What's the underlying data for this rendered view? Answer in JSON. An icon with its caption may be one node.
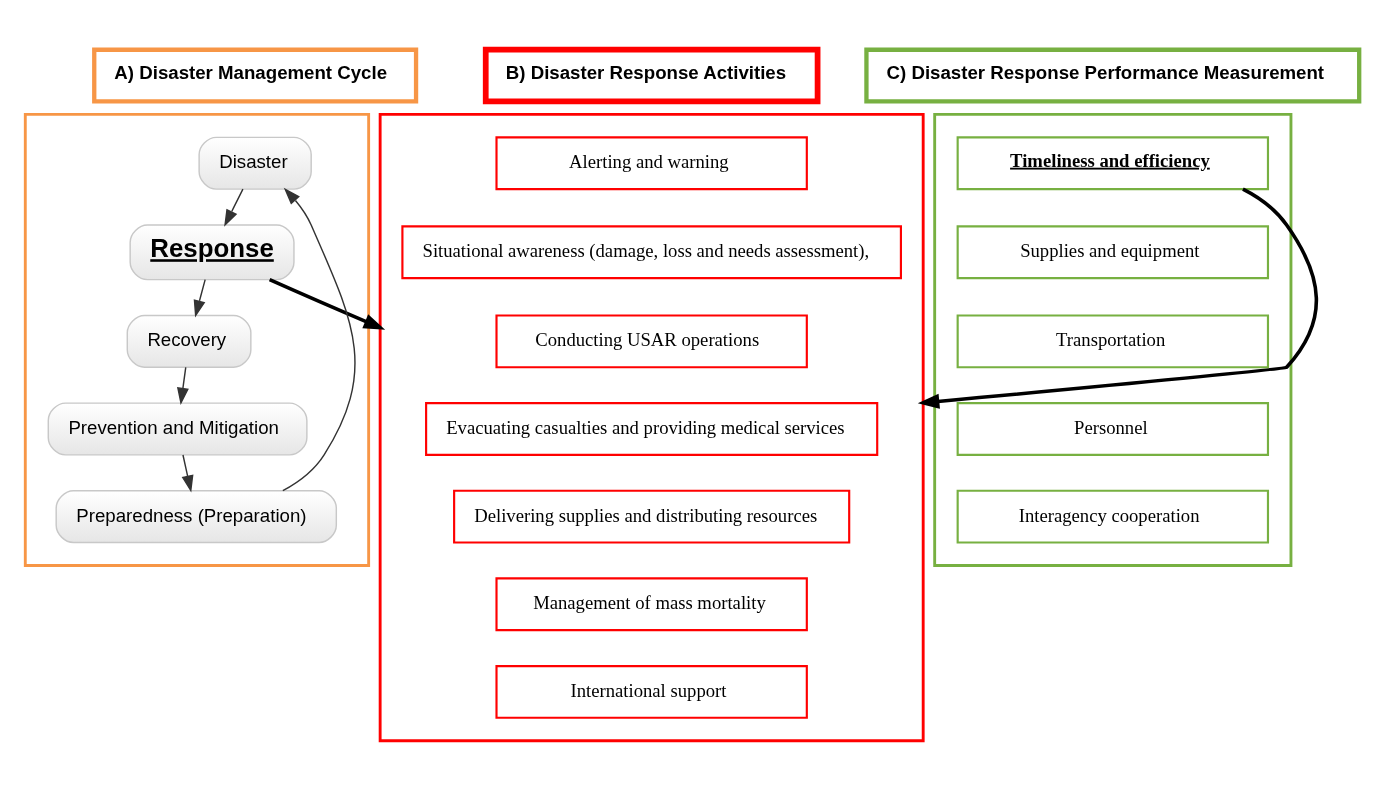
{
  "diagram": {
    "nodes": [
      {
        "text": [
          "A) Disaster Management Cycle"
        ]
      },
      {
        "text": [],
        "shape": "box"
      },
      {
        "text": [
          "Disaster"
        ],
        "in": 1
      },
      {
        "text": [
          "Response"
        ],
        "in": 1
      },
      {
        "text": [
          "Recovery"
        ],
        "in": 1
      },
      {
        "text": [
          "Prevention and Mitigation"
        ],
        "in": 1
      },
      {
        "text": [
          "Preparedness (Preparation)"
        ],
        "in": 1
      },
      {
        "text": [
          "B) Disaster Response Activities"
        ]
      },
      {
        "text": [],
        "shape": "box"
      },
      {
        "text": [
          "Alerting and warning"
        ],
        "in": 8
      },
      {
        "text": [
          "Situational awareness (damage, loss and needs assessment),"
        ],
        "in": 8
      },
      {
        "text": [
          "Conducting USAR operations"
        ],
        "in": 8
      },
      {
        "text": [
          "Evacuating casualties and providing medical services"
        ],
        "in": 8
      },
      {
        "text": [
          "Delivering supplies and distributing resources"
        ],
        "in": 8
      },
      {
        "text": [
          "Management of mass mortality"
        ],
        "in": 8
      },
      {
        "text": [
          "International support"
        ],
        "in": 8
      },
      {
        "text": [
          "C) Disaster Response Performance Measurement"
        ]
      },
      {
        "text": [],
        "shape": "box"
      },
      {
        "text": [
          "Timeliness and efficiency"
        ],
        "in": 17
      },
      {
        "text": [
          "Supplies and equipment"
        ],
        "in": 17
      },
      {
        "text": [
          "Transportation"
        ],
        "in": 17
      },
      {
        "text": [
          "Personnel"
        ],
        "in": 17
      },
      {
        "text": [
          "Interagency cooperation"
        ],
        "in": 17
      }
    ],
    "edges": [
      {
        "from": 2,
        "to": 3,
        "arrow": "to"
      },
      {
        "from": 3,
        "to": 4,
        "arrow": "to"
      },
      {
        "from": 4,
        "to": 5,
        "arrow": "to"
      },
      {
        "from": 5,
        "to": 6,
        "arrow": "to"
      },
      {
        "from": 6,
        "to": 2,
        "arrow": "to"
      },
      {
        "from": 3,
        "to": 8,
        "arrow": "to",
        "style": "thick"
      },
      {
        "from": 18,
        "to": 8,
        "arrow": "to",
        "style": "thick"
      }
    ]
  }
}
